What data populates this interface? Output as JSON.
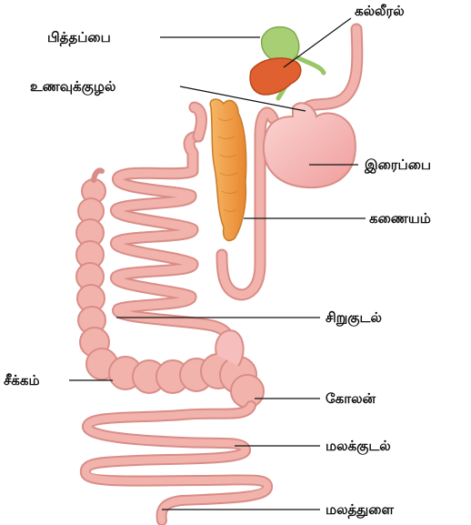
{
  "labels": {
    "gallbladder": "பித்தப்பை",
    "liver": "கல்லீரல்",
    "esophagus": "உணவுக்குழல்",
    "stomach": "இரைப்பை",
    "pancreas": "கணையம்",
    "small_intestine": "சிறுகுடல்",
    "caecum": "சீக்கம்",
    "colon": "கோலன்",
    "rectum": "மலக்குடல்",
    "anus": "மலத்துளை"
  },
  "colors": {
    "tract_outline": "#d98d87",
    "tract_fill": "#f3b3ad",
    "stomach_fill": "#f6bfbd",
    "liver": "#e0602f",
    "gallbladder": "#a9cf75",
    "bile_duct": "#98c766",
    "pancreas": "#f0a04a",
    "leader_line": "#111111"
  }
}
